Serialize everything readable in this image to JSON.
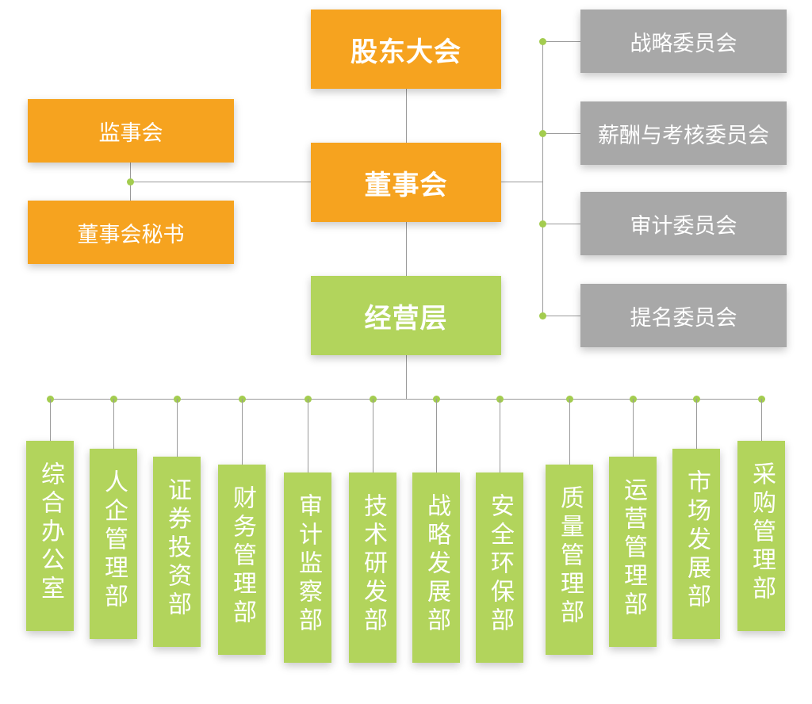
{
  "top": {
    "shareholders": "股东大会",
    "board": "董事会",
    "management": "经营层"
  },
  "left": {
    "supervisory": "监事会",
    "secretary": "董事会秘书"
  },
  "committees": [
    "战略委员会",
    "薪酬与考核委员会",
    "审计委员会",
    "提名委员会"
  ],
  "departments": [
    "综合办公室",
    "人企管理部",
    "证券投资部",
    "财务管理部",
    "审计监察部",
    "技术研发部",
    "战略发展部",
    "安全环保部",
    "质量管理部",
    "运营管理部",
    "市场发展部",
    "采购管理部"
  ],
  "colors": {
    "orange": "#f6a31f",
    "green": "#b2d45c",
    "gray": "#a8a8a8",
    "dot": "#a3cc4f",
    "line": "#9a9a9a"
  }
}
